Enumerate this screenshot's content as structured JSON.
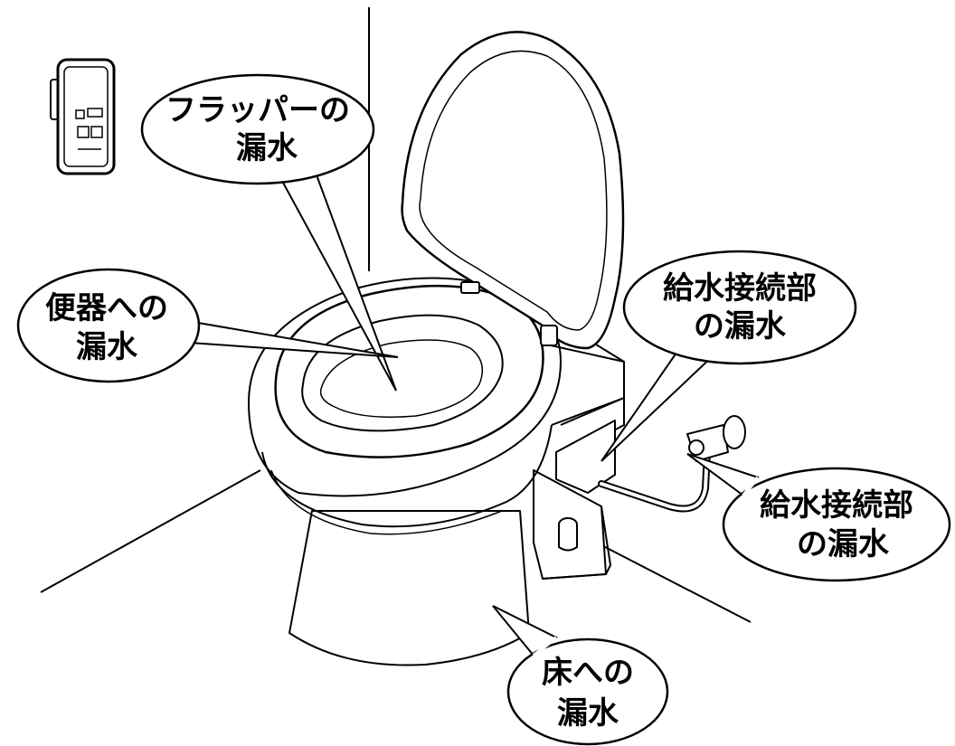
{
  "callouts": {
    "flapper": {
      "line1": "フラッパーの",
      "line2": "漏水"
    },
    "bowl": {
      "line1": "便器への",
      "line2": "漏水"
    },
    "supply_top": {
      "line1": "給水接続部",
      "line2": "の漏水"
    },
    "supply_right": {
      "line1": "給水接続部",
      "line2": "の漏水"
    },
    "floor": {
      "line1": "床への",
      "line2": "漏水"
    }
  },
  "icons": {
    "remote": "remote-control-icon",
    "toilet": "toilet-illustration"
  }
}
